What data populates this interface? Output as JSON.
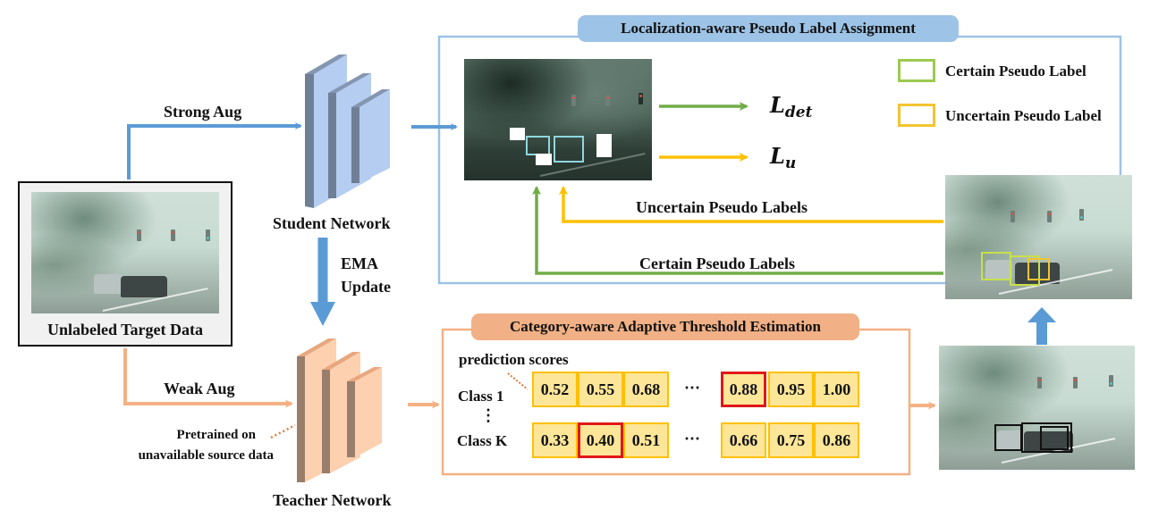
{
  "inputs": {
    "target_data_label": "Unlabeled Target Data",
    "strong_aug_label": "Strong Aug",
    "weak_aug_label": "Weak Aug"
  },
  "networks": {
    "student_label": "Student Network",
    "teacher_label": "Teacher Network",
    "ema_label_line1": "EMA",
    "ema_label_line2": "Update",
    "pretrained_note_line1": "Pretrained on",
    "pretrained_note_line2": "unavailable source data"
  },
  "localization_module": {
    "title": "Localization-aware Pseudo Label Assignment",
    "loss_det_symbol": "L",
    "loss_det_sub": "det",
    "loss_u_symbol": "L",
    "loss_u_sub": "u",
    "uncertain_flow_label": "Uncertain Pseudo Labels",
    "certain_flow_label": "Certain Pseudo Labels",
    "legend": [
      {
        "label": "Certain Pseudo Label",
        "color": "#9bca50"
      },
      {
        "label": "Uncertain Pseudo Label",
        "color": "#f2c531"
      }
    ]
  },
  "category_module": {
    "title": "Category-aware Adaptive Threshold Estimation",
    "scores_label": "prediction scores",
    "ellipsis": "⋯",
    "vertical_ellipsis": "⋮",
    "rows": [
      {
        "label": "Class 1",
        "scores_left": [
          "0.52",
          "0.55",
          "0.68"
        ],
        "scores_right": [
          "0.88",
          "0.95",
          "1.00"
        ],
        "highlighted": "0.88"
      },
      {
        "label": "Class K",
        "scores_left": [
          "0.33",
          "0.40",
          "0.51"
        ],
        "scores_right": [
          "0.66",
          "0.75",
          "0.86"
        ],
        "highlighted": "0.40"
      }
    ]
  },
  "colors": {
    "student_blue": "#5b9bd5",
    "student_face": "#b4cdf0",
    "student_side": "#6f7f96",
    "teacher_orange": "#f4b183",
    "teacher_face": "#fdd0b0",
    "teacher_side": "#9a7e6c",
    "certain_green": "#70ad47",
    "uncertain_yellow": "#ffc000",
    "threshold_red": "#e01818",
    "loc_border": "#9dc3e6",
    "cat_border": "#f4b183"
  }
}
